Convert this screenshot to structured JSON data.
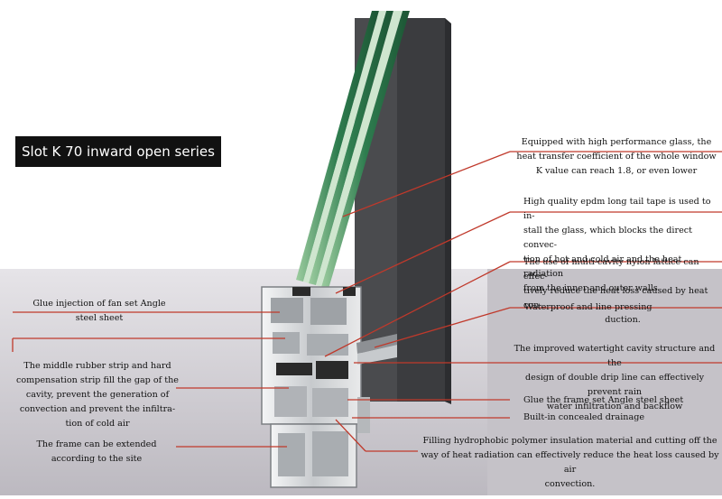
{
  "title": "Slot K 70 inward open series",
  "right_notes": [
    [
      "Equipped with high performance glass, the",
      "heat transfer coefficient of the whole window",
      "K value can reach 1.8, or even lower"
    ],
    [
      "High quality epdm long tail tape is used to in-",
      "stall the glass, which blocks the direct convec-",
      "tion of hot and cold air and the heat radiation",
      "from the inner and outer walls"
    ],
    [
      "The use of multi-cavity nylon lattice can effec-",
      "tively reduce the heat loss caused by heat con-",
      "duction."
    ],
    [
      "Waterproof and line pressing"
    ],
    [
      "The improved watertight cavity structure and the",
      "design of double drip line can effectively prevent rain",
      "water infiltration and backflow"
    ],
    [
      "Glue the frame set Angle steel sheet"
    ],
    [
      "Built-in concealed drainage"
    ]
  ],
  "bottom_note": [
    "Filling hydrophobic polymer insulation material and cutting off the",
    "way of heat radiation can effectively reduce the heat loss caused by air",
    "convection."
  ],
  "left_notes": [
    [
      "Glue injection of fan set Angle",
      "steel sheet"
    ],
    [
      "The middle rubber strip and hard",
      "compensation strip fill the gap of the",
      "cavity, prevent the generation of",
      "convection and prevent the infiltra-",
      "tion of cold air"
    ],
    [
      "The frame can be extended",
      "according to the site"
    ]
  ],
  "colors": {
    "callout_line": "#c0392b",
    "glass": "#2e7d4f",
    "frame": "#4a4a4a",
    "profile": "#d8dadc",
    "floor_panel": "#c9c6cc"
  }
}
